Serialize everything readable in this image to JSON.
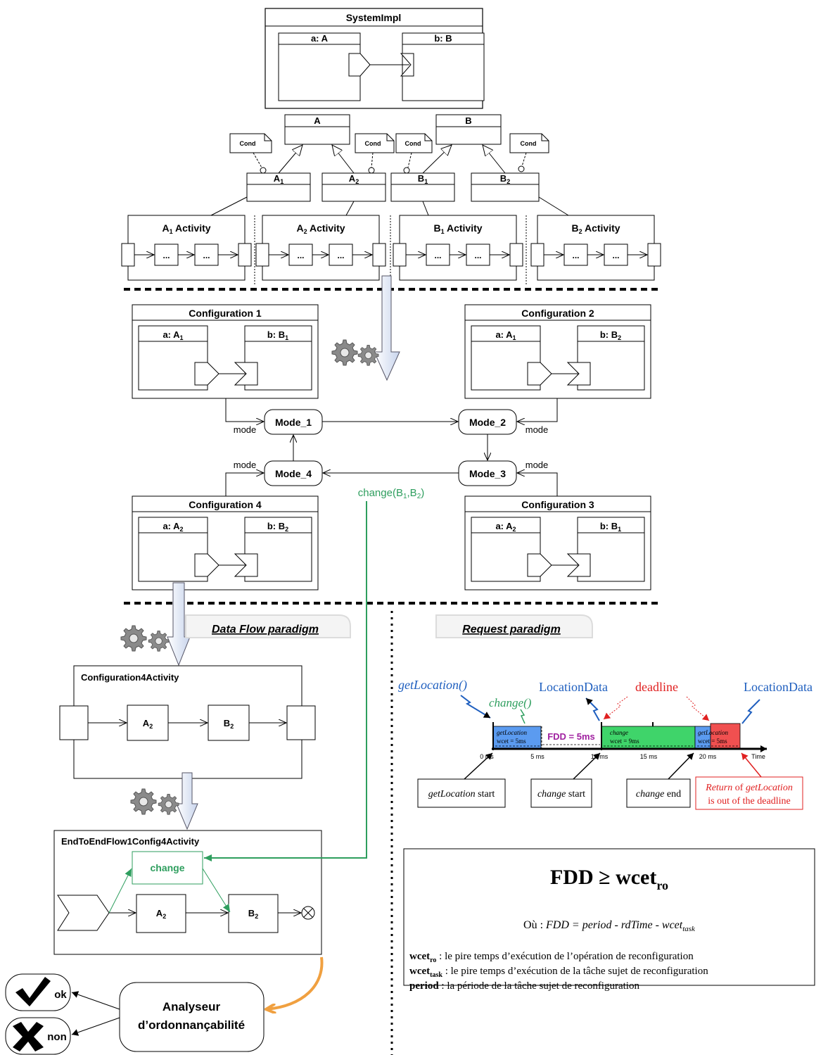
{
  "system": {
    "title": "SystemImpl",
    "part_a": "a: A",
    "part_b": "b: B"
  },
  "classes": {
    "A": "A",
    "B": "B",
    "A1": {
      "base": "A",
      "sub": "1"
    },
    "A2": {
      "base": "A",
      "sub": "2"
    },
    "B1": {
      "base": "B",
      "sub": "1"
    },
    "B2": {
      "base": "B",
      "sub": "2"
    },
    "cond": "Cond"
  },
  "activities": [
    {
      "base": "A",
      "sub": "1",
      "suffix": " Activity"
    },
    {
      "base": "A",
      "sub": "2",
      "suffix": " Activity"
    },
    {
      "base": "B",
      "sub": "1",
      "suffix": " Activity"
    },
    {
      "base": "B",
      "sub": "2",
      "suffix": " Activity"
    }
  ],
  "ellipsis": "...",
  "configurations": [
    {
      "title": "Configuration 1",
      "a": {
        "base": "a: A",
        "sub": "1"
      },
      "b": {
        "base": "b: B",
        "sub": "1"
      }
    },
    {
      "title": "Configuration 2",
      "a": {
        "base": "a: A",
        "sub": "1"
      },
      "b": {
        "base": "b: B",
        "sub": "2"
      }
    },
    {
      "title": "Configuration 3",
      "a": {
        "base": "a: A",
        "sub": "2"
      },
      "b": {
        "base": "b: B",
        "sub": "1"
      }
    },
    {
      "title": "Configuration 4",
      "a": {
        "base": "a: A",
        "sub": "2"
      },
      "b": {
        "base": "b: B",
        "sub": "2"
      }
    }
  ],
  "modes": {
    "m1": "Mode_1",
    "m2": "Mode_2",
    "m3": "Mode_3",
    "m4": "Mode_4",
    "label": "mode"
  },
  "change_label": {
    "base": "change(B",
    "sub1": "1",
    "mid": ",B",
    "sub2": "2",
    "end": ")"
  },
  "paradigms": {
    "dataflow": "Data Flow paradigm",
    "request": "Request paradigm"
  },
  "config4_activity": {
    "title": "Configuration4Activity",
    "a": {
      "base": "A",
      "sub": "2"
    },
    "b": {
      "base": "B",
      "sub": "2"
    }
  },
  "e2e_activity": {
    "title": "EndToEndFlow1Config4Activity",
    "change": "change",
    "a": {
      "base": "A",
      "sub": "2"
    },
    "b": {
      "base": "B",
      "sub": "2"
    }
  },
  "analyzer": {
    "line1": "Analyseur",
    "line2": "d’ordonnançabilité",
    "ok": "ok",
    "non": "non"
  },
  "timeline": {
    "getLocation_call": "getLocation()",
    "change_call": "change()",
    "location_data": "LocationData",
    "deadline": "deadline",
    "fdd": "FDD = 5ms",
    "block1_name": "getLocation",
    "block1_wcet": "wcet = 5ms",
    "block2_name": "change",
    "block2_wcet": "wcet = 9ms",
    "block3_name": "getLocation",
    "block3_wcet": "wcet = 5ms",
    "ticks": [
      "0 ms",
      "5 ms",
      "10 ms",
      "15 ms",
      "20 ms"
    ],
    "axis_label": "Time",
    "callouts": [
      {
        "it": "getLocation",
        "rest": " start"
      },
      {
        "it": "change",
        "rest": " start"
      },
      {
        "it": "change",
        "rest": " end"
      }
    ],
    "return_callout": {
      "it1": "Return",
      "mid": " of ",
      "it2": "getLocation",
      "line2": "is out of the deadline"
    }
  },
  "formula": {
    "main_base": "FDD ≥ wcet",
    "main_sub": "ro",
    "where_prefix": "Où : ",
    "where_expr": "FDD = period - rdTime - wcet",
    "where_sub": "task",
    "defs": [
      {
        "term": "wcet",
        "sub": "ro",
        "desc": " : le pire temps d’exécution de l’opération de reconfiguration"
      },
      {
        "term": "wcet",
        "sub": "task",
        "desc": " : le pire temps d’exécution de la tâche sujet de reconfiguration"
      },
      {
        "term": "period",
        "sub": "",
        "desc": " : la période de la tâche sujet de reconfiguration"
      }
    ]
  },
  "colors": {
    "green": "#2e9e5e",
    "blue": "#1f5fbf",
    "red": "#e02020",
    "purple": "#a020a0",
    "orange": "#f0a040",
    "block_blue": "#5b9bf0",
    "block_green": "#3fd46a",
    "block_red": "#f05050"
  }
}
